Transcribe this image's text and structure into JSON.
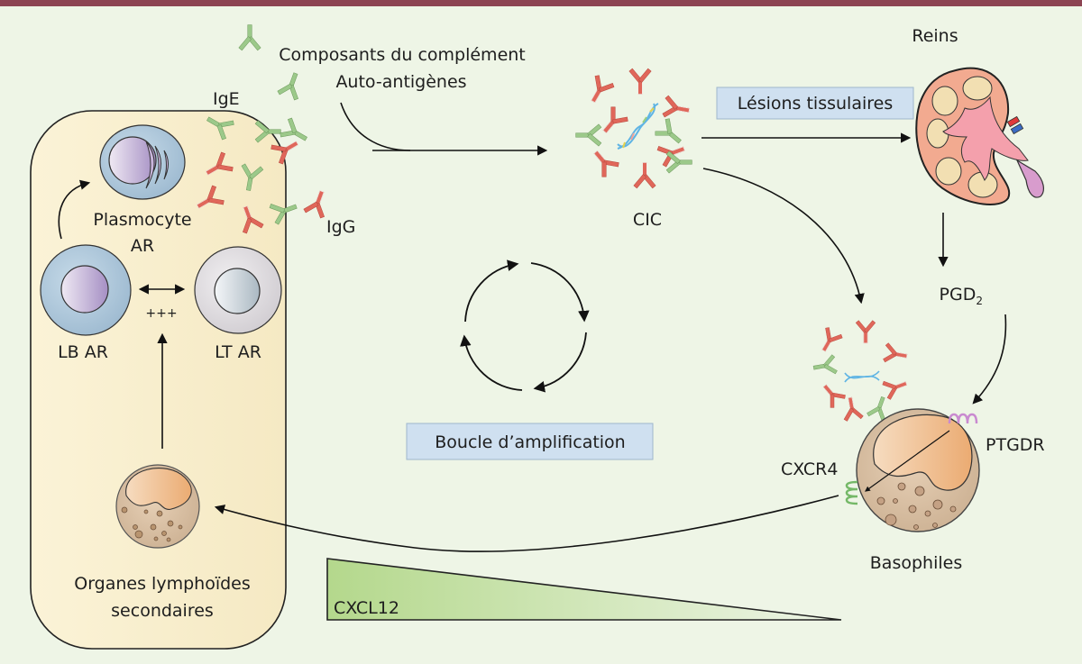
{
  "colors": {
    "background": "#eef5e6",
    "top_bar": "#8c4452",
    "panel_fill": "#f7ecc8",
    "label_box_fill": "#cfe0f0",
    "label_box_border": "#9fb6cc",
    "antibody_red": "#e0675a",
    "antibody_green": "#9cc98a",
    "gradient_start": "#b6d98e",
    "gradient_end": "#eef5e6"
  },
  "labels": {
    "complement": "Composants du complément",
    "autoantigens": "Auto-antigènes",
    "ige": "IgE",
    "igg": "IgG",
    "plasmocyte_line1": "Plasmocyte",
    "plasmocyte_line2": "AR",
    "lb": "LB AR",
    "lt": "LT AR",
    "plus": "+++",
    "organs_line1": "Organes lymphoïdes",
    "organs_line2": "secondaires",
    "cic": "CIC",
    "lesions": "Lésions tissulaires",
    "reins": "Reins",
    "pgd2": "PGD",
    "pgd2_sub": "2",
    "ptgdr": "PTGDR",
    "cxcr4": "CXCR4",
    "basophiles": "Basophiles",
    "loop": "Boucle d’amplification",
    "cxcl12": "CXCL12"
  },
  "icons": {
    "plasmocyte": "plasma-cell-icon",
    "lb": "b-lymphocyte-icon",
    "lt": "t-lymphocyte-icon",
    "basophil": "basophil-icon",
    "kidney": "kidney-icon",
    "immune_complex": "immune-complex-icon",
    "cycle": "cycle-arrows-icon"
  }
}
